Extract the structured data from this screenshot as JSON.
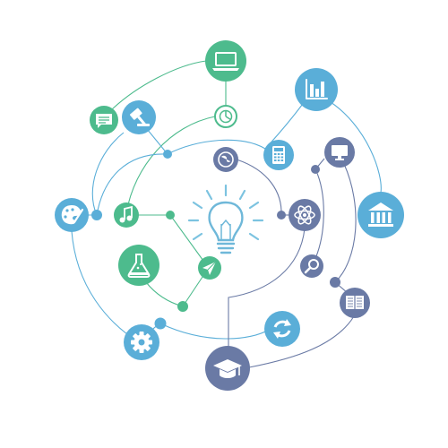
{
  "colors": {
    "green": "#4dbb8d",
    "blue": "#5aaed8",
    "navy": "#6a7aa5",
    "bulb": "#6fb8d9",
    "ray": "#7cc3e0"
  },
  "center": {
    "icon": "lightbulb-icon"
  },
  "nodes": [
    {
      "name": "laptop",
      "icon": "laptop-icon",
      "color": "green"
    },
    {
      "name": "pie-chart",
      "icon": "pie-chart-icon",
      "color": "green"
    },
    {
      "name": "bar-chart",
      "icon": "bar-chart-icon",
      "color": "blue"
    },
    {
      "name": "chat",
      "icon": "chat-bubble-icon",
      "color": "green"
    },
    {
      "name": "gavel",
      "icon": "gavel-icon",
      "color": "blue"
    },
    {
      "name": "globe",
      "icon": "globe-icon",
      "color": "navy"
    },
    {
      "name": "calculator",
      "icon": "calculator-icon",
      "color": "blue"
    },
    {
      "name": "monitor",
      "icon": "monitor-icon",
      "color": "navy"
    },
    {
      "name": "bank",
      "icon": "bank-building-icon",
      "color": "blue"
    },
    {
      "name": "palette",
      "icon": "palette-icon",
      "color": "blue"
    },
    {
      "name": "music",
      "icon": "music-note-icon",
      "color": "green"
    },
    {
      "name": "atom",
      "icon": "atom-icon",
      "color": "navy"
    },
    {
      "name": "flask",
      "icon": "flask-icon",
      "color": "green"
    },
    {
      "name": "paper-plane",
      "icon": "paper-plane-icon",
      "color": "green"
    },
    {
      "name": "search",
      "icon": "magnifier-icon",
      "color": "navy"
    },
    {
      "name": "book",
      "icon": "open-book-icon",
      "color": "navy"
    },
    {
      "name": "gear",
      "icon": "gear-icon",
      "color": "blue"
    },
    {
      "name": "refresh",
      "icon": "refresh-icon",
      "color": "blue"
    },
    {
      "name": "graduation",
      "icon": "graduation-cap-icon",
      "color": "navy"
    }
  ]
}
